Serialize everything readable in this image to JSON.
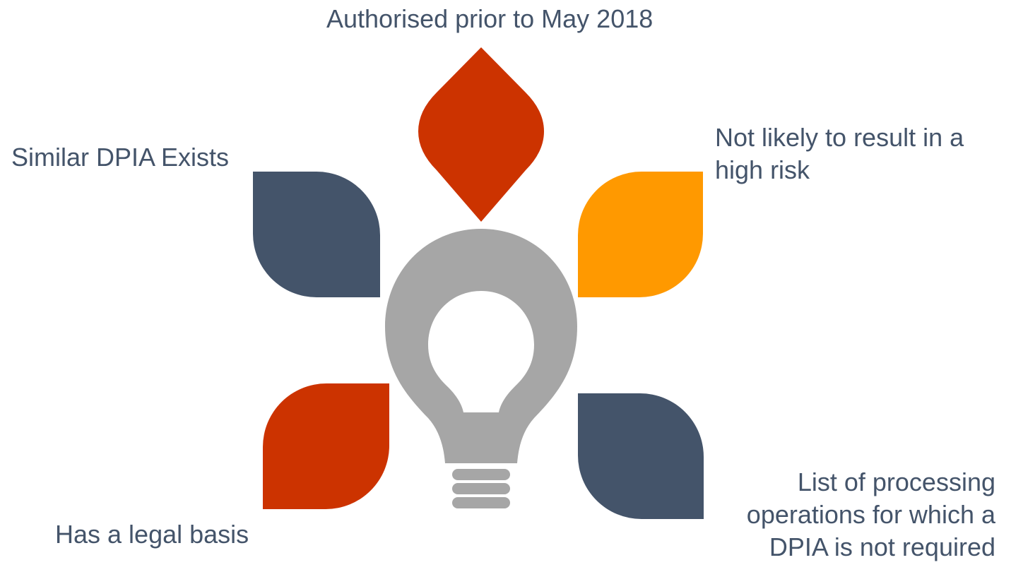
{
  "labels": {
    "top": "Authorised prior to May 2018",
    "top_left": "Similar DPIA Exists",
    "top_right_line1": "Not likely to result in a",
    "top_right_line2": "high risk",
    "bottom_left": "Has a legal basis",
    "bottom_right_line1": "List of processing",
    "bottom_right_line2": "operations for which a",
    "bottom_right_line3": "DPIA is not required"
  },
  "colors": {
    "text": "#44546a",
    "red": "#cc3300",
    "orange": "#ff9900",
    "navy": "#44546a",
    "bulb": "#a6a6a6"
  },
  "icons": {
    "center": "lightbulb-icon"
  }
}
